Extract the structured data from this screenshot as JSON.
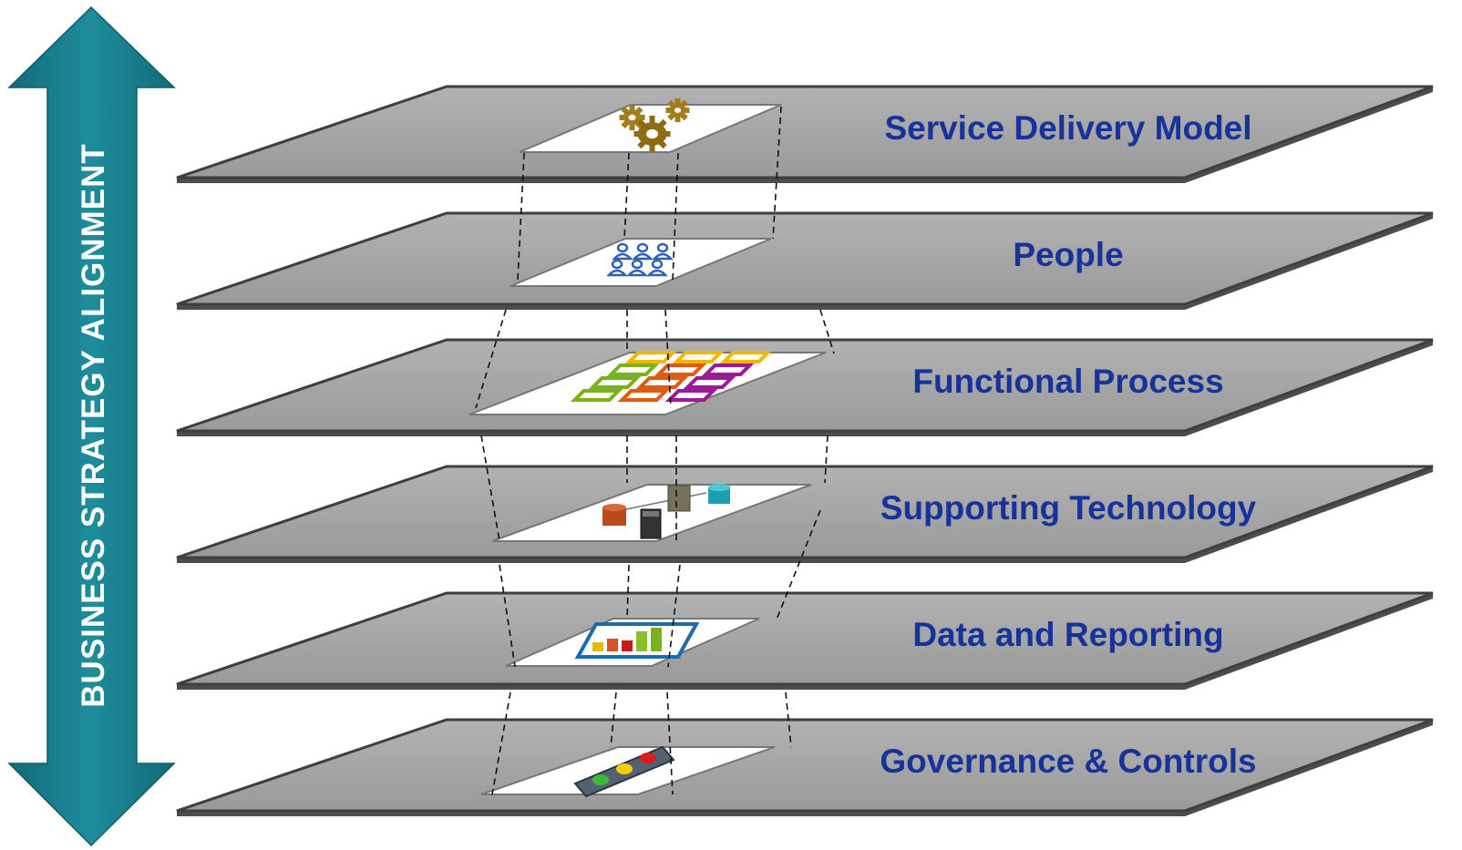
{
  "alignment_arrow": {
    "label": "BUSINESS STRATEGY ALIGNMENT",
    "color": "#1a7f8e"
  },
  "layers": [
    {
      "id": "service-delivery-model",
      "label": "Service Delivery Model",
      "icon": "gears-icon"
    },
    {
      "id": "people",
      "label": "People",
      "icon": "people-icon"
    },
    {
      "id": "functional-process",
      "label": "Functional Process",
      "icon": "process-grid-icon"
    },
    {
      "id": "supporting-technology",
      "label": "Supporting Technology",
      "icon": "servers-databases-icon"
    },
    {
      "id": "data-and-reporting",
      "label": "Data and Reporting",
      "icon": "bar-chart-icon"
    },
    {
      "id": "governance-and-controls",
      "label": "Governance & Controls",
      "icon": "traffic-light-icon"
    }
  ],
  "colors": {
    "layer_fill": "#a3a3a3",
    "layer_edge": "#4a4a4a",
    "label_text": "#17339a",
    "arrow": "#1a7f8e"
  }
}
